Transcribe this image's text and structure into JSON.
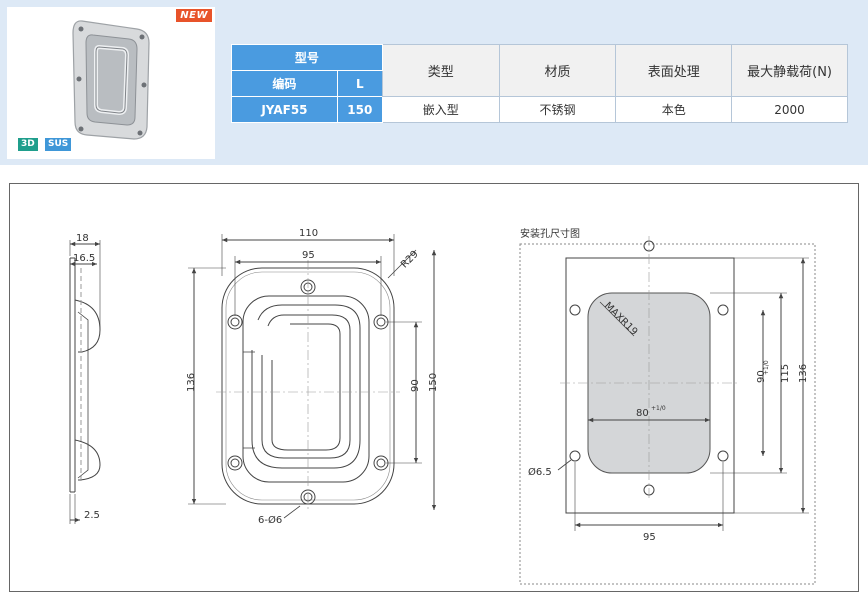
{
  "badge_new": "NEW",
  "tags": {
    "three_d": "3D",
    "sus": "SUS"
  },
  "spec_table": {
    "model_header": "型号",
    "code_header": "编码",
    "l_header": "L",
    "type_header": "类型",
    "material_header": "材质",
    "surface_header": "表面处理",
    "load_header": "最大静载荷(N)",
    "row": {
      "code": "JYAF55",
      "l": "150",
      "type": "嵌入型",
      "material": "不锈钢",
      "surface": "本色",
      "load": "2000"
    }
  },
  "drawing": {
    "side_dims": {
      "width_outer": "18",
      "width_inner": "16.5",
      "thickness": "2.5"
    },
    "front_dims": {
      "width_total": "110",
      "hole_spacing_x": "95",
      "corner_radius": "R29",
      "height_left": "136",
      "hole_spacing_y": "90",
      "height_right": "150",
      "holes": "6-Ø6"
    },
    "cutout": {
      "title": "安装孔尺寸图",
      "radius": "MAXR19",
      "width": "80",
      "width_tol": "+1/0",
      "hole_dia": "Ø6.5",
      "hole_spacing_x": "95",
      "hole_spacing_y": "90",
      "height": "115",
      "height_tol": "+1/0",
      "outer_height": "136"
    }
  },
  "colors": {
    "band": "#dde9f6",
    "header_blue": "#4a9be0",
    "new_badge": "#e8532a",
    "tag_3d": "#1f9e8c",
    "tag_sus": "#3f97d8"
  }
}
